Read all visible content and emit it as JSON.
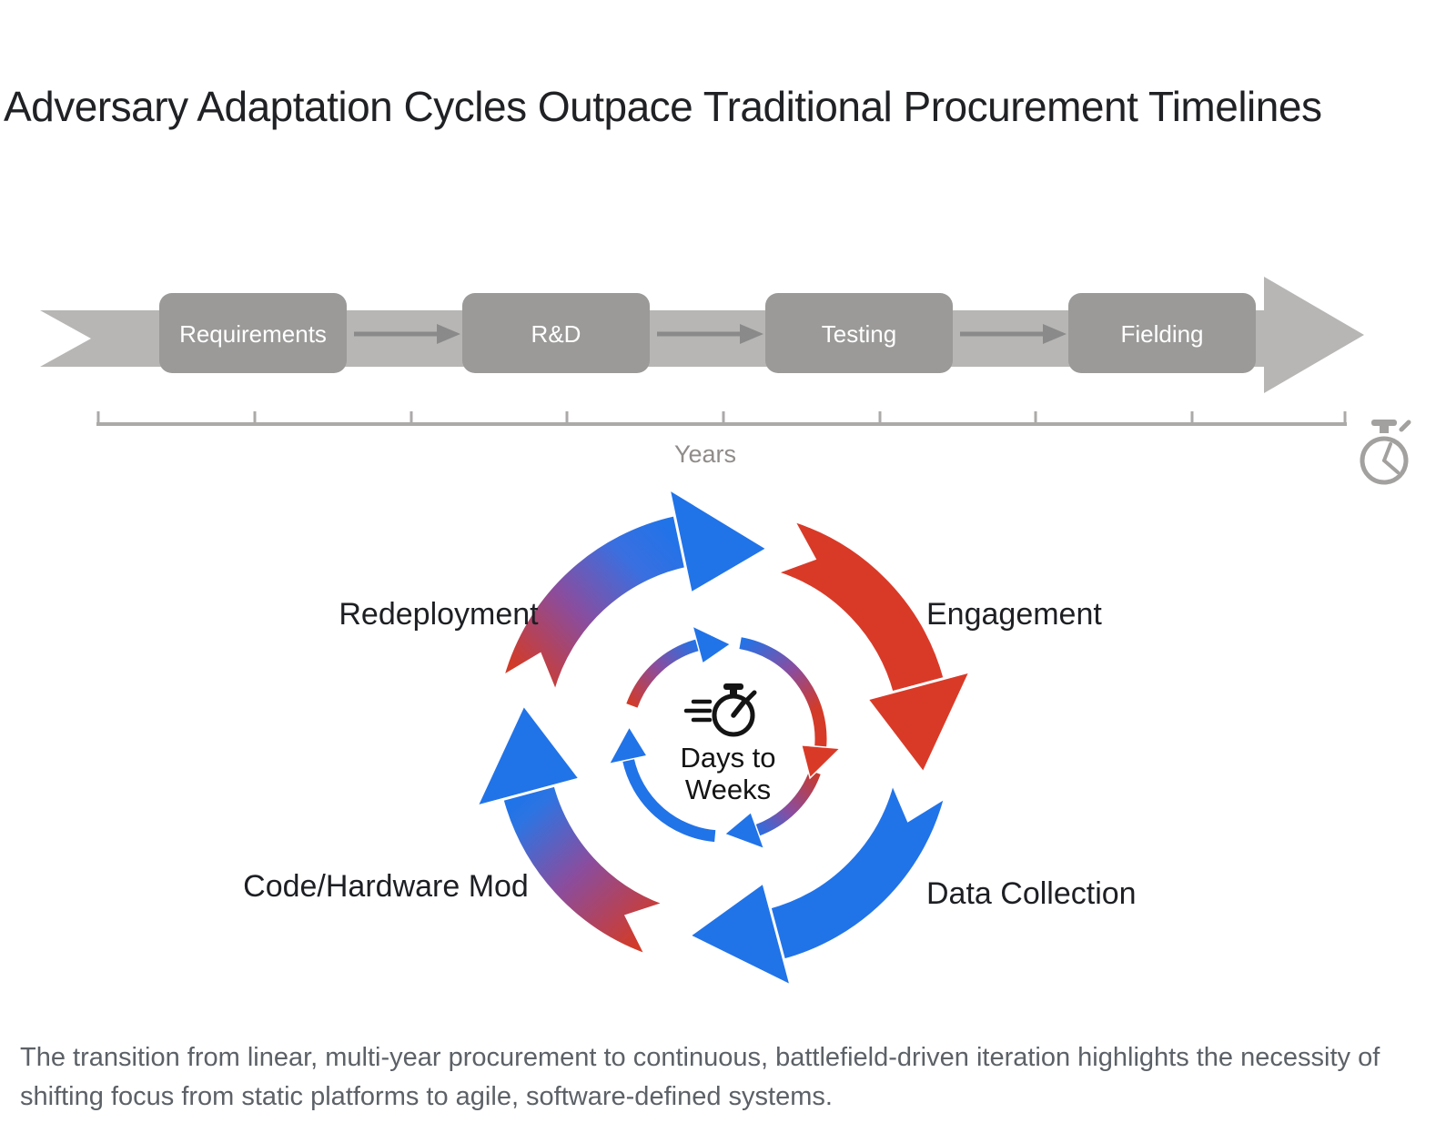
{
  "title": "Adversary Adaptation Cycles Outpace Traditional Procurement Timelines",
  "timeline": {
    "stages": [
      "Requirements",
      "R&D",
      "Testing",
      "Fielding"
    ],
    "axis_label": "Years"
  },
  "cycle": {
    "labels": {
      "top_left": "Redeployment",
      "top_right": "Engagement",
      "bottom_right": "Data Collection",
      "bottom_left": "Code/Hardware Mod"
    },
    "center": {
      "line1": "Days to",
      "line2": "Weeks"
    }
  },
  "caption": "The transition from linear, multi-year procurement to continuous, battlefield-driven iteration highlights the necessity of shifting focus from static platforms to agile, software-defined systems.",
  "colors": {
    "blue": "#2173e8",
    "red": "#d93a28",
    "band_gray": "#b7b6b5",
    "box_gray": "#9b9a99",
    "connector_gray": "#8a8a8a",
    "scale_gray": "#acaaa8",
    "icon_gray": "#a3a19f"
  }
}
